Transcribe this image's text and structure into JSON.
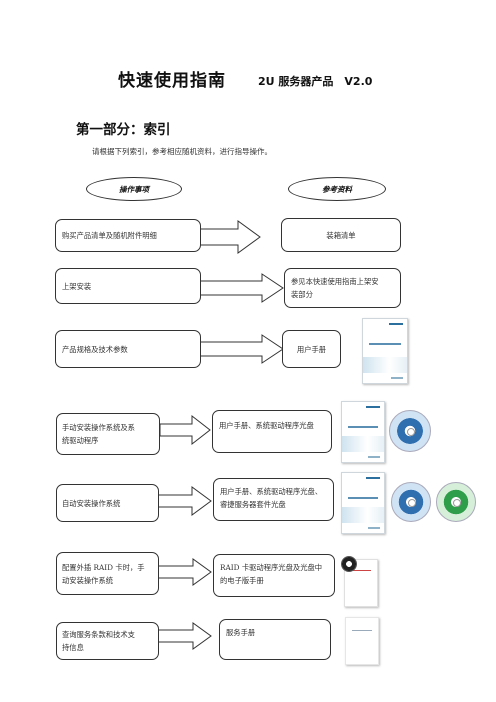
{
  "header": {
    "title": "快速使用指南",
    "subtitle": "2U 服务器产品　V2.0"
  },
  "section": {
    "title": "第一部分：索引",
    "intro": "请根据下列索引，参考相应随机资料，进行指导操作。"
  },
  "columns": {
    "left": "操作事项",
    "right": "参考资料"
  },
  "rows": [
    {
      "left": [
        "购买产品清单及随机附件明细"
      ],
      "right": [
        "装箱清单"
      ]
    },
    {
      "left": [
        "上架安装"
      ],
      "right": [
        "参见本快速使用指南上架安",
        "装部分"
      ]
    },
    {
      "left": [
        "产品规格及技术参数"
      ],
      "right": [
        "用户手册"
      ]
    },
    {
      "left": [
        "手动安装操作系统及系",
        "统驱动程序"
      ],
      "right": [
        "用户手册、系统驱动程序光盘"
      ]
    },
    {
      "left": [
        "自动安装操作系统"
      ],
      "right": [
        "用户手册、系统驱动程序光盘、",
        "睿捷服务器套件光盘"
      ]
    },
    {
      "left": [
        "配置外插 RAID 卡时，手",
        "动安装操作系统"
      ],
      "right": [
        "RAID 卡驱动程序光盘及光盘中",
        "的电子版手册"
      ]
    },
    {
      "left": [
        "查询服务条款和技术支",
        "持信息"
      ],
      "right": [
        "服务手册"
      ]
    }
  ],
  "colors": {
    "line": "#333333",
    "disc_blue": "#2f6fb0",
    "disc_green": "#2f9e4a",
    "manual_band": "#cfe3ef"
  }
}
